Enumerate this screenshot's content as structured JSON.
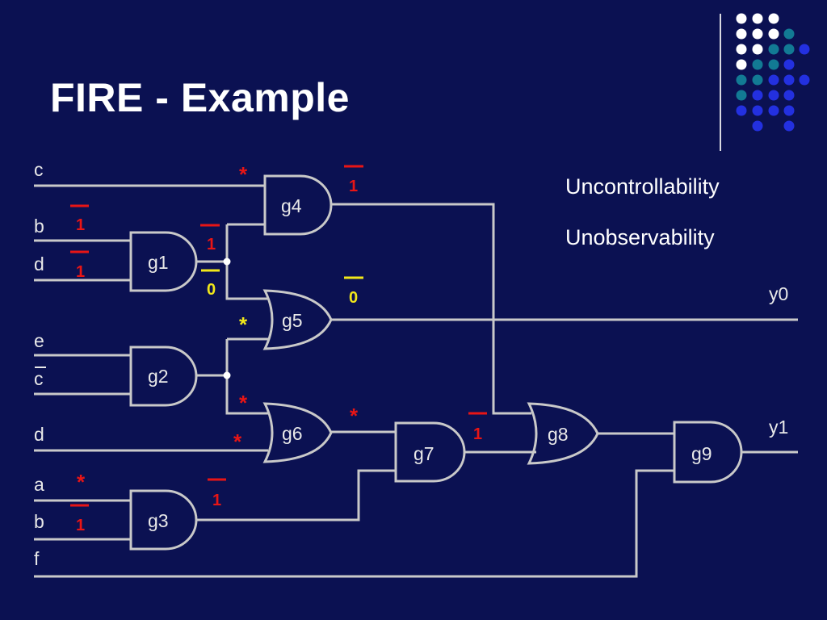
{
  "title": "FIRE - Example",
  "side_labels": [
    "Uncontrollability",
    "Unobservability"
  ],
  "inputs": {
    "c": "c",
    "b1": "b",
    "d1": "d",
    "e": "e",
    "c_bar": "c",
    "d2": "d",
    "a": "a",
    "b2": "b",
    "f": "f"
  },
  "outputs": {
    "y0": "y0",
    "y1": "y1"
  },
  "gates": {
    "g1": "g1",
    "g2": "g2",
    "g3": "g3",
    "g4": "g4",
    "g5": "g5",
    "g6": "g6",
    "g7": "g7",
    "g8": "g8",
    "g9": "g9"
  },
  "annotations": {
    "one": "1",
    "zero": "0",
    "star": "*"
  },
  "colors": {
    "background": "#0b1152",
    "wire": "#c9c9c9",
    "uncontrollable_mark": "#e81515",
    "unobservable_mark": "#f2e81a",
    "dot_white": "#ffffff",
    "dot_teal": "#127a94",
    "dot_blue": "#2330e0"
  }
}
